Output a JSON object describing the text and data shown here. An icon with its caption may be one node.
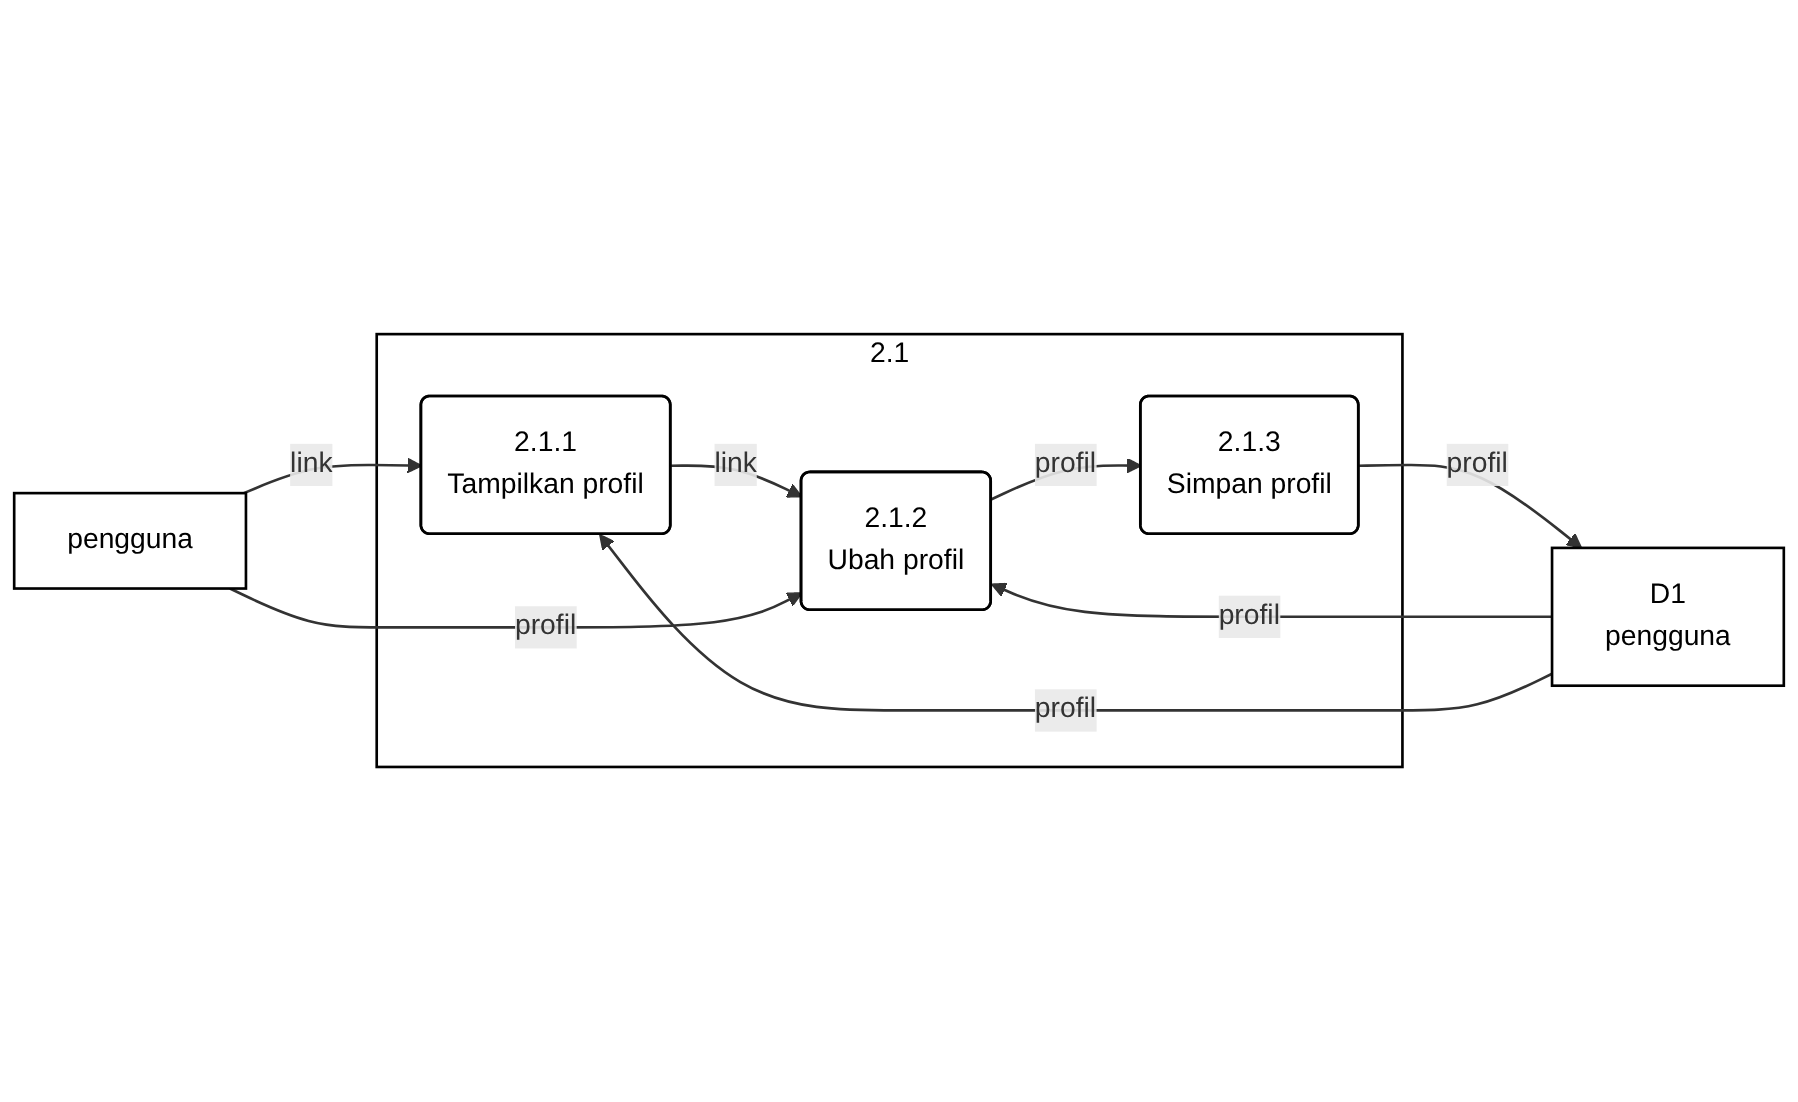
{
  "diagram": {
    "nodes": [
      {
        "text": [
          "pengguna"
        ]
      },
      {
        "text": [
          "2.1"
        ]
      },
      {
        "text": [
          "2.1.1",
          "Tampilkan profil"
        ],
        "in": 1
      },
      {
        "text": [
          "2.1.2",
          "Ubah profil"
        ],
        "in": 1
      },
      {
        "text": [
          "2.1.3",
          "Simpan profil"
        ],
        "in": 1
      },
      {
        "text": [
          "D1",
          "pengguna"
        ]
      }
    ],
    "edges": [
      {
        "from": 0,
        "to": 2,
        "arrow": "to",
        "label": "link"
      },
      {
        "from": 2,
        "to": 3,
        "arrow": "to",
        "label": "link"
      },
      {
        "from": 0,
        "to": 3,
        "arrow": "to",
        "label": "profil"
      },
      {
        "from": 5,
        "to": 3,
        "arrow": "to",
        "label": "profil"
      },
      {
        "from": 5,
        "to": 2,
        "arrow": "to",
        "label": "profil"
      },
      {
        "from": 3,
        "to": 4,
        "arrow": "to",
        "label": "profil"
      },
      {
        "from": 4,
        "to": 5,
        "arrow": "to",
        "label": "profil"
      }
    ]
  }
}
